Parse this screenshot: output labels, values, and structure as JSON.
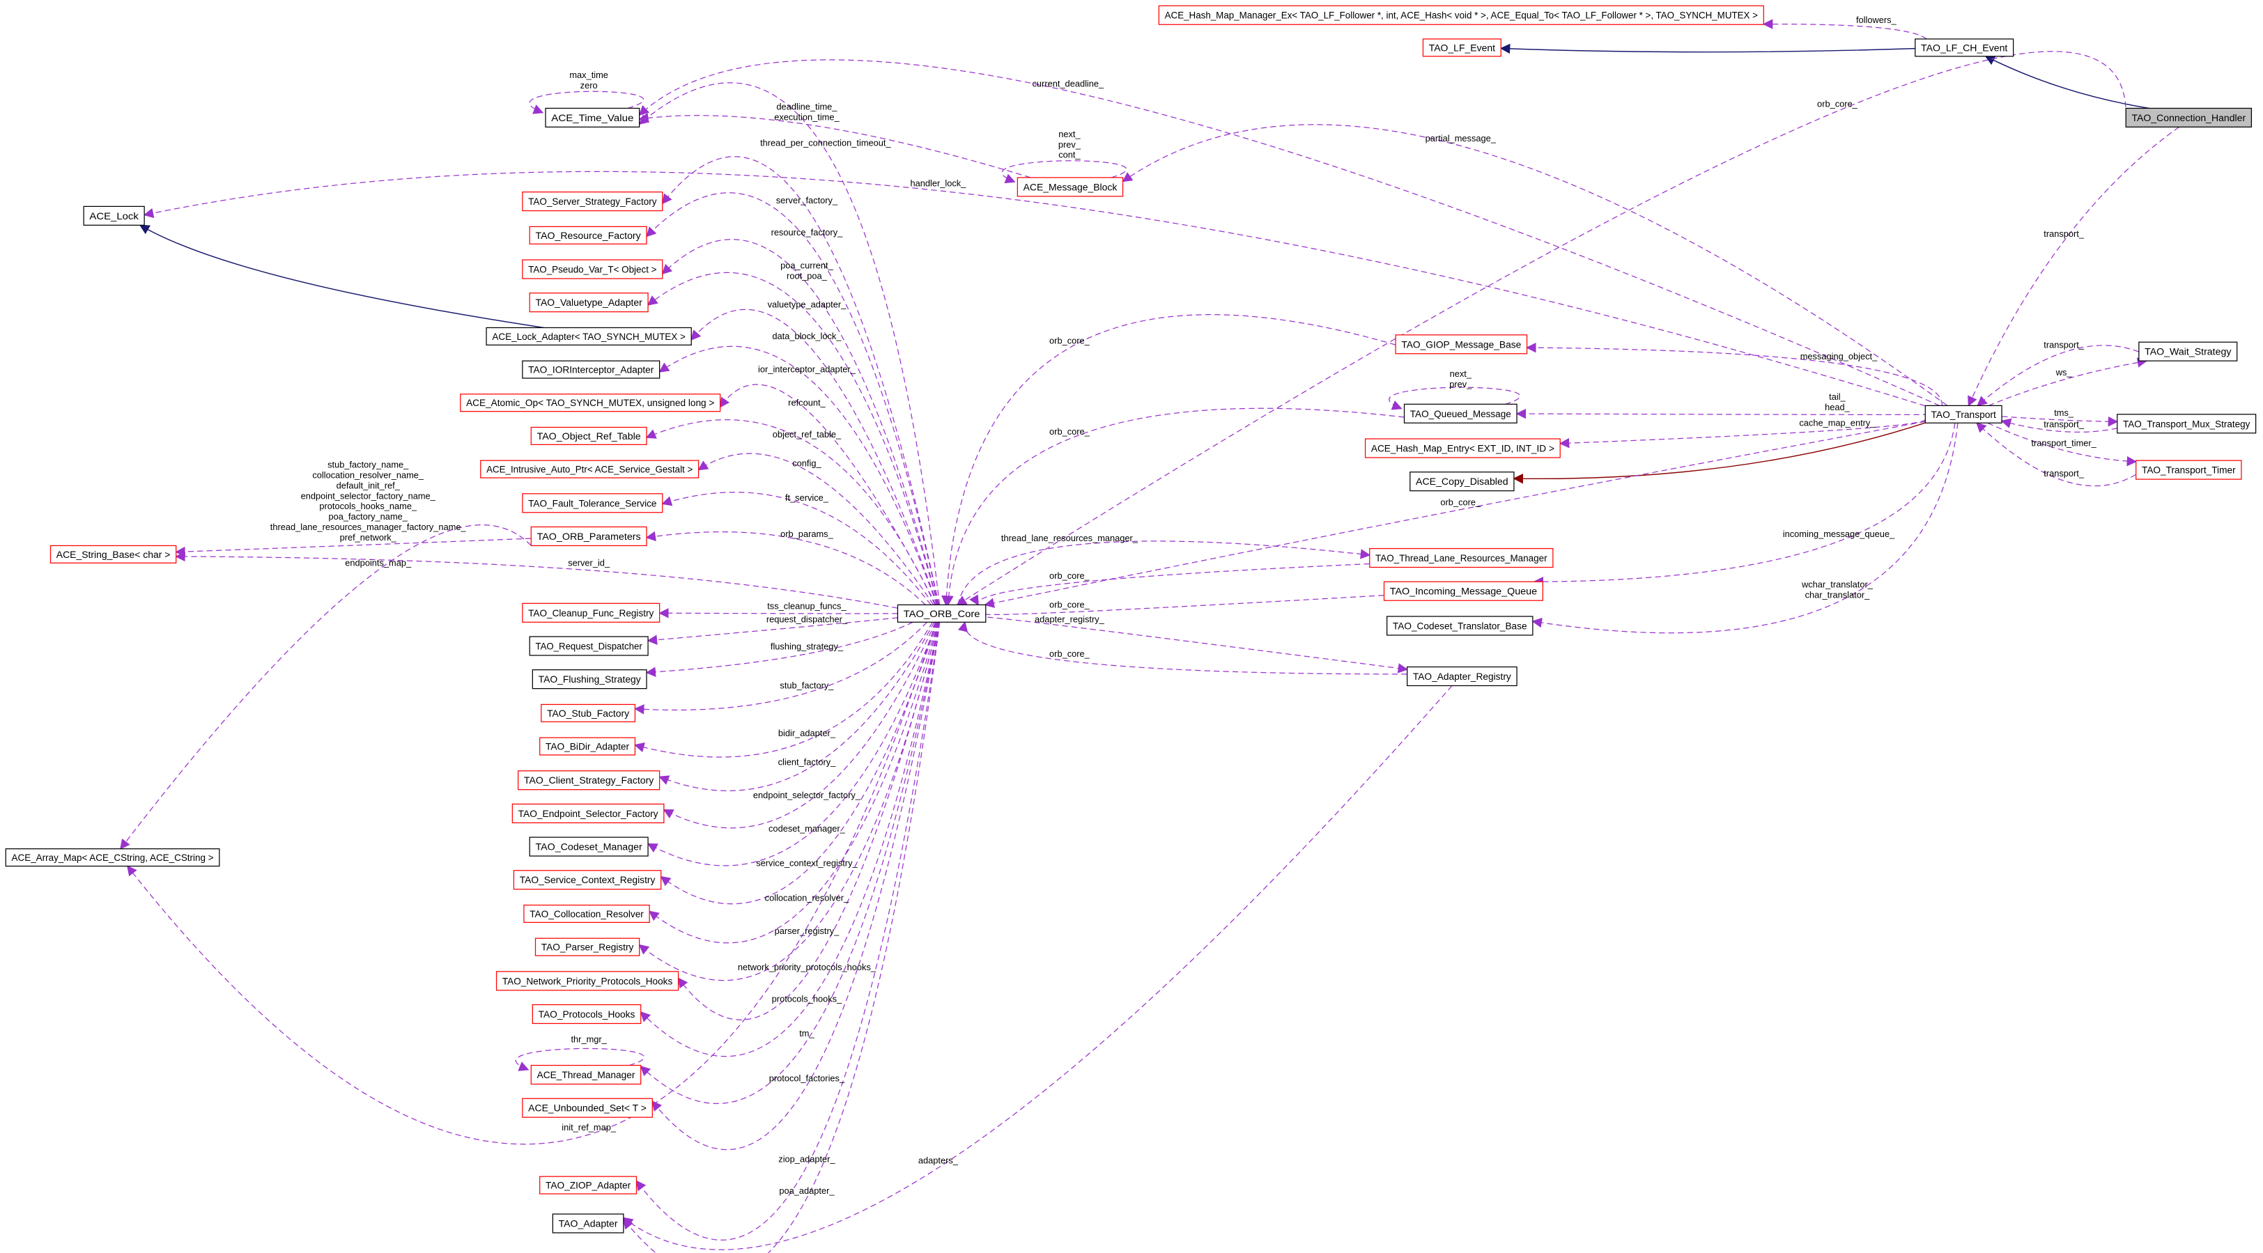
{
  "colors": {
    "documented_border": "#ff0000",
    "plain_border": "#000000",
    "focus_fill": "#bfbfbf",
    "usage_edge": "#9a32cd",
    "inherit_edge": "#191970",
    "private_inherit_edge": "#8b0000"
  },
  "nodes": [
    {
      "id": "hashmgr",
      "label": "ACE_Hash_Map_Manager_Ex< TAO_LF_Follower *, int, ACE_Hash< void * >, ACE_Equal_To< TAO_LF_Follower * >, TAO_SYNCH_MUTEX >",
      "style": "red"
    },
    {
      "id": "lf_event",
      "label": "TAO_LF_Event",
      "style": "red"
    },
    {
      "id": "lf_ch_event",
      "label": "TAO_LF_CH_Event",
      "style": "black"
    },
    {
      "id": "conn_handler",
      "label": "TAO_Connection_Handler",
      "style": "focus"
    },
    {
      "id": "time_value",
      "label": "ACE_Time_Value",
      "style": "black"
    },
    {
      "id": "msg_block",
      "label": "ACE_Message_Block",
      "style": "red"
    },
    {
      "id": "ace_lock",
      "label": "ACE_Lock",
      "style": "black"
    },
    {
      "id": "server_sf",
      "label": "TAO_Server_Strategy_Factory",
      "style": "red"
    },
    {
      "id": "resource_f",
      "label": "TAO_Resource_Factory",
      "style": "red"
    },
    {
      "id": "pseudo_var",
      "label": "TAO_Pseudo_Var_T< Object >",
      "style": "red"
    },
    {
      "id": "valuetype",
      "label": "TAO_Valuetype_Adapter",
      "style": "red"
    },
    {
      "id": "lock_adapter",
      "label": "ACE_Lock_Adapter< TAO_SYNCH_MUTEX >",
      "style": "black"
    },
    {
      "id": "ior_int",
      "label": "TAO_IORInterceptor_Adapter",
      "style": "black"
    },
    {
      "id": "atomic_op",
      "label": "ACE_Atomic_Op< TAO_SYNCH_MUTEX, unsigned long >",
      "style": "red"
    },
    {
      "id": "obj_ref",
      "label": "TAO_Object_Ref_Table",
      "style": "red"
    },
    {
      "id": "intrusive",
      "label": "ACE_Intrusive_Auto_Ptr< ACE_Service_Gestalt >",
      "style": "red"
    },
    {
      "id": "ft_service",
      "label": "TAO_Fault_Tolerance_Service",
      "style": "red"
    },
    {
      "id": "orb_params",
      "label": "TAO_ORB_Parameters",
      "style": "red"
    },
    {
      "id": "string_base",
      "label": "ACE_String_Base< char >",
      "style": "red"
    },
    {
      "id": "cleanup",
      "label": "TAO_Cleanup_Func_Registry",
      "style": "red"
    },
    {
      "id": "req_disp",
      "label": "TAO_Request_Dispatcher",
      "style": "black"
    },
    {
      "id": "flushing",
      "label": "TAO_Flushing_Strategy",
      "style": "black"
    },
    {
      "id": "stub_f",
      "label": "TAO_Stub_Factory",
      "style": "red"
    },
    {
      "id": "bidir",
      "label": "TAO_BiDir_Adapter",
      "style": "red"
    },
    {
      "id": "client_sf",
      "label": "TAO_Client_Strategy_Factory",
      "style": "red"
    },
    {
      "id": "endpoint_sf",
      "label": "TAO_Endpoint_Selector_Factory",
      "style": "red"
    },
    {
      "id": "codeset_mgr",
      "label": "TAO_Codeset_Manager",
      "style": "black"
    },
    {
      "id": "svc_ctx",
      "label": "TAO_Service_Context_Registry",
      "style": "red"
    },
    {
      "id": "colloc",
      "label": "TAO_Collocation_Resolver",
      "style": "red"
    },
    {
      "id": "parser",
      "label": "TAO_Parser_Registry",
      "style": "red"
    },
    {
      "id": "netprio",
      "label": "TAO_Network_Priority_Protocols_Hooks",
      "style": "red"
    },
    {
      "id": "proto_hooks",
      "label": "TAO_Protocols_Hooks",
      "style": "red"
    },
    {
      "id": "thr_mgr",
      "label": "ACE_Thread_Manager",
      "style": "red"
    },
    {
      "id": "unbounded",
      "label": "ACE_Unbounded_Set< T >",
      "style": "red"
    },
    {
      "id": "ziop",
      "label": "TAO_ZIOP_Adapter",
      "style": "red"
    },
    {
      "id": "adapter",
      "label": "TAO_Adapter",
      "style": "black"
    },
    {
      "id": "array_map",
      "label": "ACE_Array_Map< ACE_CString, ACE_CString >",
      "style": "black"
    },
    {
      "id": "orb_core",
      "label": "TAO_ORB_Core",
      "style": "black"
    },
    {
      "id": "giop",
      "label": "TAO_GIOP_Message_Base",
      "style": "red"
    },
    {
      "id": "queued",
      "label": "TAO_Queued_Message",
      "style": "black"
    },
    {
      "id": "hash_entry",
      "label": "ACE_Hash_Map_Entry< EXT_ID, INT_ID >",
      "style": "red"
    },
    {
      "id": "copy_dis",
      "label": "ACE_Copy_Disabled",
      "style": "black"
    },
    {
      "id": "tlrm",
      "label": "TAO_Thread_Lane_Resources_Manager",
      "style": "red"
    },
    {
      "id": "imq",
      "label": "TAO_Incoming_Message_Queue",
      "style": "red"
    },
    {
      "id": "codeset_tb",
      "label": "TAO_Codeset_Translator_Base",
      "style": "black"
    },
    {
      "id": "adapter_reg",
      "label": "TAO_Adapter_Registry",
      "style": "black"
    },
    {
      "id": "transport",
      "label": "TAO_Transport",
      "style": "black"
    },
    {
      "id": "wait",
      "label": "TAO_Wait_Strategy",
      "style": "black"
    },
    {
      "id": "mux",
      "label": "TAO_Transport_Mux_Strategy",
      "style": "black"
    },
    {
      "id": "timer",
      "label": "TAO_Transport_Timer",
      "style": "red"
    }
  ],
  "edges": [
    {
      "from": "lf_ch_event",
      "to": "hashmgr",
      "type": "usage",
      "labels": [
        "followers_"
      ]
    },
    {
      "from": "lf_ch_event",
      "to": "lf_event",
      "type": "inherit",
      "labels": []
    },
    {
      "from": "conn_handler",
      "to": "lf_ch_event",
      "type": "inherit",
      "labels": []
    },
    {
      "from": "time_value",
      "to": "time_value",
      "type": "usage",
      "labels": [
        "max_time",
        "zero"
      ]
    },
    {
      "from": "transport",
      "to": "time_value",
      "type": "usage",
      "labels": [
        "current_deadline_"
      ]
    },
    {
      "from": "msg_block",
      "to": "time_value",
      "type": "usage",
      "labels": [
        "deadline_time_",
        "execution_time_"
      ]
    },
    {
      "from": "orb_core",
      "to": "time_value",
      "type": "usage",
      "labels": [
        "thread_per_connection_timeout_"
      ]
    },
    {
      "from": "conn_handler",
      "to": "orb_core",
      "type": "usage",
      "labels": [
        "orb_core_"
      ]
    },
    {
      "from": "msg_block",
      "to": "msg_block",
      "type": "usage",
      "labels": [
        "next_",
        "prev_",
        "cont_"
      ]
    },
    {
      "from": "transport",
      "to": "msg_block",
      "type": "usage",
      "labels": [
        "partial_message_"
      ]
    },
    {
      "from": "transport",
      "to": "ace_lock",
      "type": "usage",
      "labels": [
        "handler_lock_"
      ]
    },
    {
      "from": "lock_adapter",
      "to": "ace_lock",
      "type": "inherit",
      "labels": []
    },
    {
      "from": "orb_core",
      "to": "server_sf",
      "type": "usage",
      "labels": [
        "server_factory_"
      ]
    },
    {
      "from": "orb_core",
      "to": "resource_f",
      "type": "usage",
      "labels": [
        "resource_factory_"
      ]
    },
    {
      "from": "orb_core",
      "to": "pseudo_var",
      "type": "usage",
      "labels": [
        "poa_current_",
        "root_poa_"
      ]
    },
    {
      "from": "orb_core",
      "to": "valuetype",
      "type": "usage",
      "labels": [
        "valuetype_adapter_"
      ]
    },
    {
      "from": "orb_core",
      "to": "lock_adapter",
      "type": "usage",
      "labels": [
        "data_block_lock_"
      ]
    },
    {
      "from": "orb_core",
      "to": "ior_int",
      "type": "usage",
      "labels": [
        "ior_interceptor_adapter_"
      ]
    },
    {
      "from": "orb_core",
      "to": "atomic_op",
      "type": "usage",
      "labels": [
        "refcount_"
      ]
    },
    {
      "from": "orb_core",
      "to": "obj_ref",
      "type": "usage",
      "labels": [
        "object_ref_table_"
      ]
    },
    {
      "from": "orb_core",
      "to": "intrusive",
      "type": "usage",
      "labels": [
        "config_"
      ]
    },
    {
      "from": "orb_core",
      "to": "ft_service",
      "type": "usage",
      "labels": [
        "ft_service_"
      ]
    },
    {
      "from": "orb_core",
      "to": "orb_params",
      "type": "usage",
      "labels": [
        "orb_params_"
      ]
    },
    {
      "from": "orb_params",
      "to": "string_base",
      "type": "usage",
      "labels": [
        "stub_factory_name_",
        "collocation_resolver_name_",
        "default_init_ref_",
        "endpoint_selector_factory_name_",
        "protocols_hooks_name_",
        "poa_factory_name_",
        "thread_lane_resources_manager_factory_name_",
        "pref_network_"
      ]
    },
    {
      "from": "orb_core",
      "to": "string_base",
      "type": "usage",
      "labels": [
        "server_id_"
      ]
    },
    {
      "from": "orb_params",
      "to": "array_map",
      "type": "usage",
      "labels": [
        "endpoints_map_"
      ]
    },
    {
      "from": "orb_core",
      "to": "cleanup",
      "type": "usage",
      "labels": [
        "tss_cleanup_funcs_"
      ]
    },
    {
      "from": "orb_core",
      "to": "req_disp",
      "type": "usage",
      "labels": [
        "request_dispatcher_"
      ]
    },
    {
      "from": "orb_core",
      "to": "flushing",
      "type": "usage",
      "labels": [
        "flushing_strategy_"
      ]
    },
    {
      "from": "orb_core",
      "to": "stub_f",
      "type": "usage",
      "labels": [
        "stub_factory_"
      ]
    },
    {
      "from": "orb_core",
      "to": "bidir",
      "type": "usage",
      "labels": [
        "bidir_adapter_"
      ]
    },
    {
      "from": "orb_core",
      "to": "client_sf",
      "type": "usage",
      "labels": [
        "client_factory_"
      ]
    },
    {
      "from": "orb_core",
      "to": "endpoint_sf",
      "type": "usage",
      "labels": [
        "endpoint_selector_factory_"
      ]
    },
    {
      "from": "orb_core",
      "to": "codeset_mgr",
      "type": "usage",
      "labels": [
        "codeset_manager_"
      ]
    },
    {
      "from": "orb_core",
      "to": "svc_ctx",
      "type": "usage",
      "labels": [
        "service_context_registry_"
      ]
    },
    {
      "from": "orb_core",
      "to": "colloc",
      "type": "usage",
      "labels": [
        "collocation_resolver_"
      ]
    },
    {
      "from": "orb_core",
      "to": "parser",
      "type": "usage",
      "labels": [
        "parser_registry_"
      ]
    },
    {
      "from": "orb_core",
      "to": "netprio",
      "type": "usage",
      "labels": [
        "network_priority_protocols_hooks_"
      ]
    },
    {
      "from": "orb_core",
      "to": "proto_hooks",
      "type": "usage",
      "labels": [
        "protocols_hooks_"
      ]
    },
    {
      "from": "thr_mgr",
      "to": "thr_mgr",
      "type": "usage",
      "labels": [
        "thr_mgr_"
      ]
    },
    {
      "from": "orb_core",
      "to": "thr_mgr",
      "type": "usage",
      "labels": [
        "tm_"
      ]
    },
    {
      "from": "orb_core",
      "to": "unbounded",
      "type": "usage",
      "labels": [
        "protocol_factories_"
      ]
    },
    {
      "from": "orb_core",
      "to": "array_map",
      "type": "usage",
      "labels": [
        "init_ref_map_"
      ]
    },
    {
      "from": "orb_core",
      "to": "ziop",
      "type": "usage",
      "labels": [
        "ziop_adapter_"
      ]
    },
    {
      "from": "orb_core",
      "to": "adapter",
      "type": "usage",
      "labels": [
        "poa_adapter_"
      ]
    },
    {
      "from": "adapter_reg",
      "to": "adapter",
      "type": "usage",
      "labels": [
        "adapters_"
      ]
    },
    {
      "from": "giop",
      "to": "orb_core",
      "type": "usage",
      "labels": [
        "orb_core_"
      ]
    },
    {
      "from": "transport",
      "to": "giop",
      "type": "usage",
      "labels": [
        "messaging_object_"
      ]
    },
    {
      "from": "queued",
      "to": "queued",
      "type": "usage",
      "labels": [
        "next_",
        "prev_"
      ]
    },
    {
      "from": "transport",
      "to": "queued",
      "type": "usage",
      "labels": [
        "tail_",
        "head_"
      ]
    },
    {
      "from": "queued",
      "to": "orb_core",
      "type": "usage",
      "labels": [
        "orb_core_"
      ]
    },
    {
      "from": "transport",
      "to": "hash_entry",
      "type": "usage",
      "labels": [
        "cache_map_entry_"
      ]
    },
    {
      "from": "transport",
      "to": "copy_dis",
      "type": "inherit-private",
      "labels": []
    },
    {
      "from": "transport",
      "to": "orb_core",
      "type": "usage",
      "labels": [
        "orb_core_"
      ]
    },
    {
      "from": "orb_core",
      "to": "tlrm",
      "type": "usage",
      "labels": [
        "thread_lane_resources_manager_"
      ]
    },
    {
      "from": "tlrm",
      "to": "orb_core",
      "type": "usage",
      "labels": [
        "orb_core_"
      ]
    },
    {
      "from": "transport",
      "to": "imq",
      "type": "usage",
      "labels": [
        "incoming_message_queue_"
      ]
    },
    {
      "from": "imq",
      "to": "orb_core",
      "type": "usage",
      "labels": [
        "orb_core_"
      ]
    },
    {
      "from": "orb_core",
      "to": "adapter_reg",
      "type": "usage",
      "labels": [
        "adapter_registry_"
      ]
    },
    {
      "from": "adapter_reg",
      "to": "orb_core",
      "type": "usage",
      "labels": [
        "orb_core_"
      ]
    },
    {
      "from": "transport",
      "to": "codeset_tb",
      "type": "usage",
      "labels": [
        "wchar_translator_",
        "char_translator_"
      ]
    },
    {
      "from": "conn_handler",
      "to": "transport",
      "type": "usage",
      "labels": [
        "transport_"
      ]
    },
    {
      "from": "wait",
      "to": "transport",
      "type": "usage",
      "labels": [
        "transport_"
      ]
    },
    {
      "from": "transport",
      "to": "wait",
      "type": "usage",
      "labels": [
        "ws_"
      ]
    },
    {
      "from": "transport",
      "to": "mux",
      "type": "usage",
      "labels": [
        "tms_"
      ]
    },
    {
      "from": "mux",
      "to": "transport",
      "type": "usage",
      "labels": [
        "transport_"
      ]
    },
    {
      "from": "transport",
      "to": "timer",
      "type": "usage",
      "labels": [
        "transport_timer_"
      ]
    },
    {
      "from": "timer",
      "to": "transport",
      "type": "usage",
      "labels": [
        "transport_"
      ]
    }
  ]
}
